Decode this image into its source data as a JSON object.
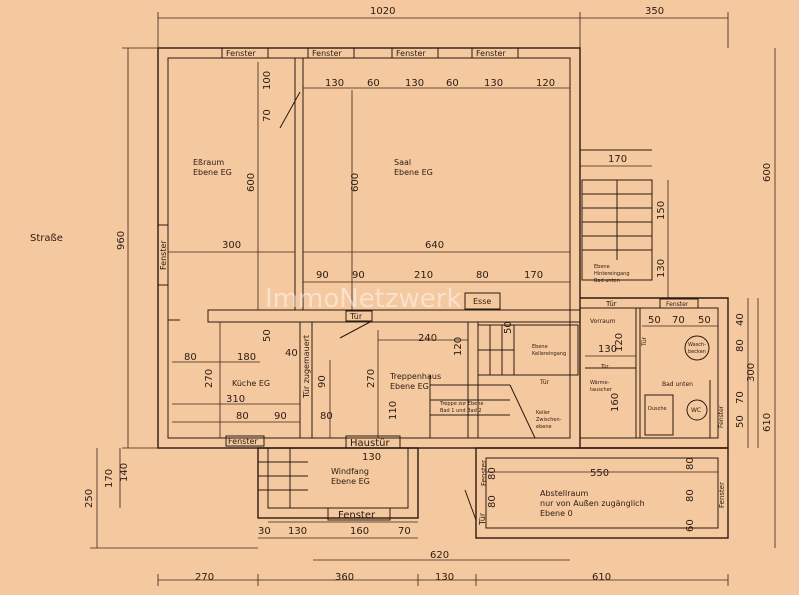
{
  "watermark": "ImmoNetzwerk",
  "street": "Straße",
  "rooms": {
    "essraum": {
      "name": "Eßraum",
      "level": "Ebene EG"
    },
    "saal": {
      "name": "Saal",
      "level": "Ebene EG"
    },
    "kueche": {
      "name": "Küche EG"
    },
    "treppenhaus": {
      "name": "Treppenhaus",
      "level": "Ebene EG"
    },
    "windfang": {
      "name": "Windfang",
      "level": "Ebene EG"
    },
    "bad": {
      "name": "Bad unten"
    },
    "abstellraum": {
      "name": "Abstellraum",
      "note": "nur von Außen zugänglich",
      "level": "Ebene 0"
    }
  },
  "labels": {
    "fenster": "Fenster",
    "tuer": "Tür",
    "tuer_zugemauert": "Tür zugemauert",
    "haustuer": "Haustür",
    "esse": "Esse",
    "ebene_hintereingang": [
      "Ebene",
      "Hintereingang",
      "Bad unten"
    ],
    "ebene_kellereingang": [
      "Ebene",
      "Kellereingang"
    ],
    "treppe_zur_ebene": [
      "Treppe zur Ebene",
      "Bad 1 und Bad 2"
    ],
    "keller_zwischenebene": [
      "Keller",
      "Zwischen-",
      "ebene"
    ],
    "vorraum": "Vorraum",
    "waermetauscher": [
      "Wärme-",
      "tauscher"
    ],
    "dusche": "Dusche",
    "waschbecken": [
      "Wasch-",
      "becken"
    ],
    "wc": "WC"
  },
  "dimensions": {
    "top_overall": [
      "1020",
      "350"
    ],
    "left_overall": [
      "960"
    ],
    "left_lower": [
      "170",
      "140",
      "250"
    ],
    "right_overall": [
      "600",
      "610"
    ],
    "right_inner": [
      "40",
      "80",
      "300",
      "70",
      "50"
    ],
    "essraum": [
      "100",
      "70",
      "600",
      "300"
    ],
    "saal_top": [
      "130",
      "60",
      "130",
      "60",
      "130",
      "120"
    ],
    "saal": [
      "600",
      "640"
    ],
    "stair_right": [
      "170",
      "150",
      "130"
    ],
    "below_rooms": [
      "90",
      "90",
      "210",
      "80",
      "170"
    ],
    "kueche": [
      "50",
      "40",
      "80",
      "180",
      "270",
      "310",
      "80",
      "90"
    ],
    "treppenhaus": [
      "240",
      "120",
      "90",
      "270",
      "80",
      "110",
      "50",
      "130"
    ],
    "windfang": [
      "130",
      "30",
      "130",
      "160",
      "70"
    ],
    "bad": [
      "50",
      "70",
      "50",
      "120",
      "130",
      "160"
    ],
    "abstellraum": [
      "550",
      "80",
      "80",
      "60",
      "80",
      "80",
      "620"
    ],
    "bottom_overall": [
      "270",
      "360",
      "130",
      "610"
    ]
  }
}
